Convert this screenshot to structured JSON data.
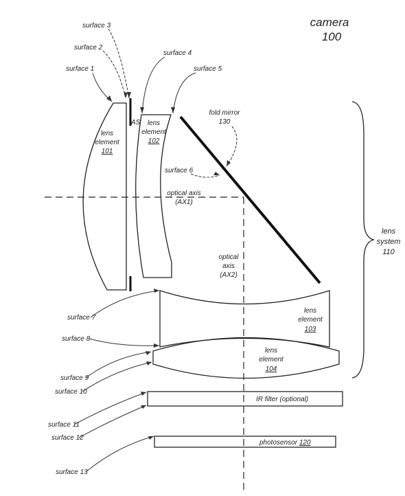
{
  "camera": {
    "label": "camera",
    "number": "100"
  },
  "surfaces": {
    "s1": "surface 1",
    "s2": "surface 2",
    "s3": "surface 3",
    "s4": "surface 4",
    "s5": "surface 5",
    "s6": "surface 6",
    "s7": "surface 7",
    "s8": "surface 8",
    "s9": "surface 9",
    "s10": "surface 10",
    "s11": "surface 11",
    "s12": "surface 12",
    "s13": "surface 13"
  },
  "aperture_stop": "AS",
  "lens_101": {
    "line1": "lens",
    "line2": "element",
    "number": "101"
  },
  "lens_102": {
    "line1": "lens",
    "line2": "element",
    "number": "102"
  },
  "lens_103": {
    "line1": "lens",
    "line2": "element",
    "number": "103"
  },
  "lens_104": {
    "line1": "lens",
    "line2": "element",
    "number": "104"
  },
  "fold_mirror": {
    "label": "fold mirror",
    "number": "130"
  },
  "axis1": {
    "line1": "optical  axis",
    "line2": "(AX1)"
  },
  "axis2": {
    "line1": "optical",
    "line2": "axis",
    "line3": "(AX2)"
  },
  "lens_system": {
    "line1": "lens",
    "line2": "system",
    "number": "110"
  },
  "ir_filter": "IR filter (optional)",
  "photosensor": {
    "label": "photosensor",
    "number": "120"
  }
}
